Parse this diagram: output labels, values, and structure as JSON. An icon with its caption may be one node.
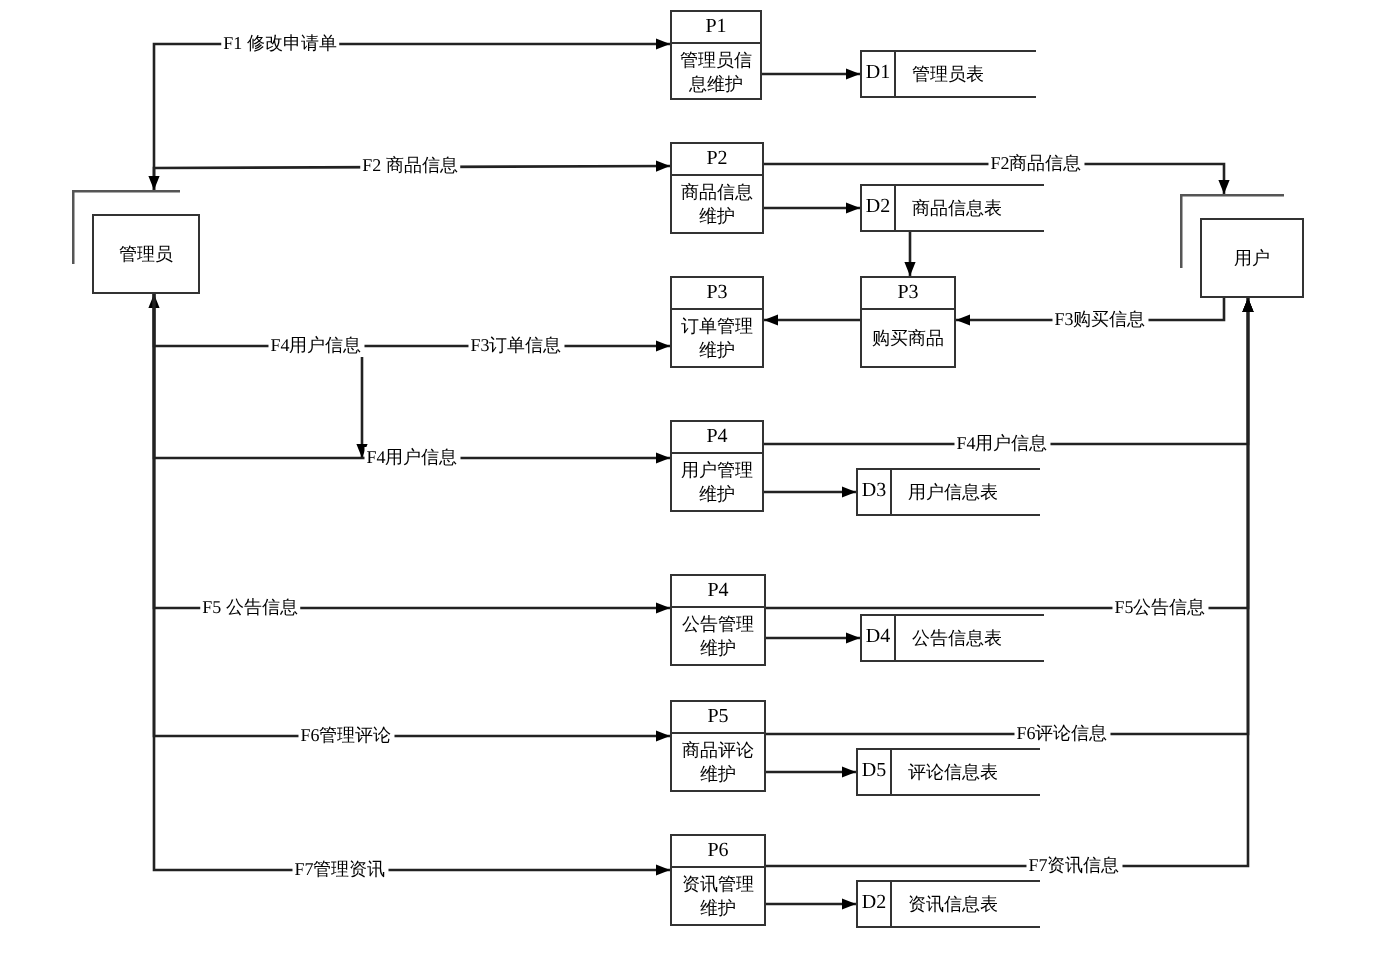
{
  "diagram": {
    "nodes": [
      {
        "text": [
          "管理员"
        ]
      },
      {
        "text": [
          "P1",
          "管理员信息维护"
        ]
      },
      {
        "text": [
          "D1",
          "管理员表"
        ]
      },
      {
        "text": [
          "P2",
          "商品信息维护"
        ]
      },
      {
        "text": [
          "D2",
          "商品信息表"
        ]
      },
      {
        "text": [
          "用户"
        ]
      },
      {
        "text": [
          "P3",
          "订单管理维护"
        ]
      },
      {
        "text": [
          "P3",
          "购买商品"
        ]
      },
      {
        "text": [
          "P4",
          "用户管理维护"
        ]
      },
      {
        "text": [
          "D3",
          "用户信息表"
        ]
      },
      {
        "text": [
          "P4",
          "公告管理维护"
        ]
      },
      {
        "text": [
          "D4",
          "公告信息表"
        ]
      },
      {
        "text": [
          "P5",
          "商品评论维护"
        ]
      },
      {
        "text": [
          "D5",
          "评论信息表"
        ]
      },
      {
        "text": [
          "P6",
          "资讯管理维护"
        ]
      },
      {
        "text": [
          "D2",
          "资讯信息表"
        ]
      }
    ],
    "edges": [
      {
        "from": 0,
        "to": 1,
        "arrow": "to",
        "label": "F1 修改申请单"
      },
      {
        "from": 0,
        "to": 3,
        "arrow": "both",
        "label": "F2 商品信息"
      },
      {
        "from": 1,
        "to": 2,
        "arrow": "to"
      },
      {
        "from": 3,
        "to": 4,
        "arrow": "to"
      },
      {
        "from": 3,
        "to": 5,
        "arrow": "to",
        "label": "F2商品信息"
      },
      {
        "from": 4,
        "to": 7,
        "arrow": "to"
      },
      {
        "from": 5,
        "to": 7,
        "arrow": "to",
        "label": "F3购买信息"
      },
      {
        "from": 7,
        "to": 6,
        "arrow": "to"
      },
      {
        "from": 0,
        "to": 6,
        "arrow": "both",
        "label": "F3订单信息"
      },
      {
        "from": 0,
        "to": 8,
        "arrow": "to",
        "label": "F4用户信息"
      },
      {
        "from": 8,
        "to": 9,
        "arrow": "to"
      },
      {
        "from": 8,
        "to": 5,
        "arrow": "to",
        "label": "F4用户信息"
      },
      {
        "from": 0,
        "to": 10,
        "arrow": "to",
        "label": "F5 公告信息"
      },
      {
        "from": 10,
        "to": 11,
        "arrow": "to"
      },
      {
        "from": 10,
        "to": 5,
        "arrow": "to",
        "label": "F5公告信息"
      },
      {
        "from": 0,
        "to": 12,
        "arrow": "to",
        "label": "F6管理评论"
      },
      {
        "from": 12,
        "to": 13,
        "arrow": "to"
      },
      {
        "from": 12,
        "to": 5,
        "arrow": "to",
        "label": "F6评论信息"
      },
      {
        "from": 0,
        "to": 14,
        "arrow": "to",
        "label": "F7管理资讯"
      },
      {
        "from": 14,
        "to": 15,
        "arrow": "to"
      },
      {
        "from": 14,
        "to": 5,
        "arrow": "to",
        "label": "F7资讯信息"
      }
    ],
    "labels": [
      "F4用户信息"
    ]
  }
}
